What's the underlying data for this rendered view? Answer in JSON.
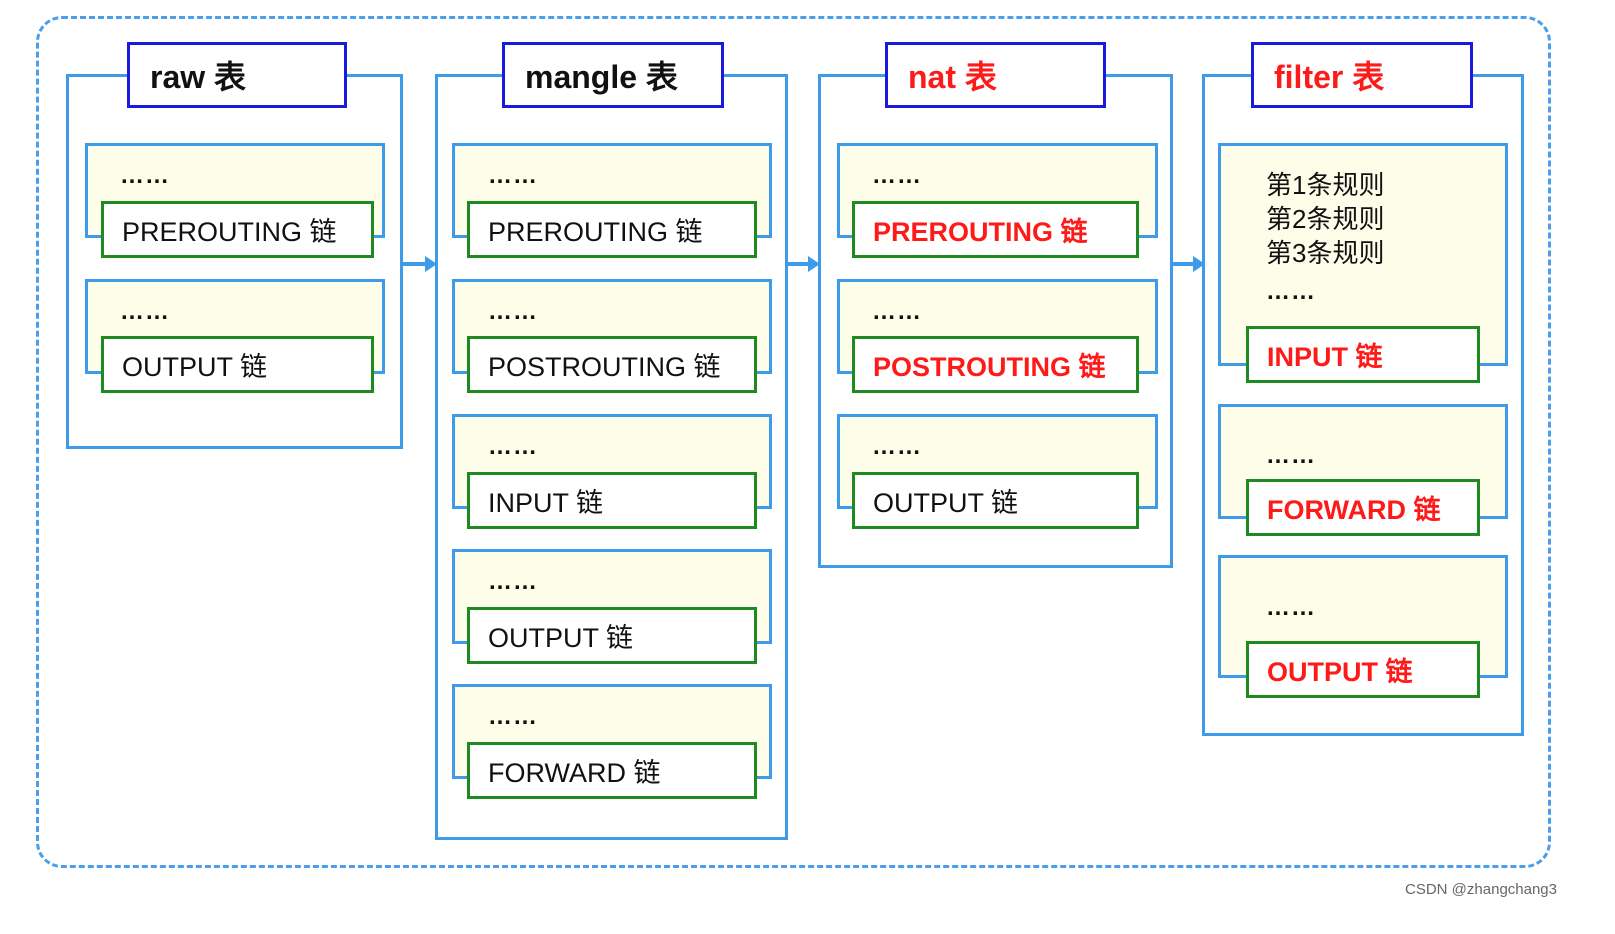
{
  "tables": {
    "raw": {
      "title": "raw 表",
      "chains": [
        {
          "dots": "……",
          "label": "PREROUTING 链"
        },
        {
          "dots": "……",
          "label": "OUTPUT 链"
        }
      ]
    },
    "mangle": {
      "title": "mangle 表",
      "chains": [
        {
          "dots": "……",
          "label": "PREROUTING 链"
        },
        {
          "dots": "……",
          "label": "POSTROUTING 链"
        },
        {
          "dots": "……",
          "label": "INPUT 链"
        },
        {
          "dots": "……",
          "label": "OUTPUT 链"
        },
        {
          "dots": "……",
          "label": "FORWARD 链"
        }
      ]
    },
    "nat": {
      "title": "nat 表",
      "chains": [
        {
          "dots": "……",
          "label": "PREROUTING 链"
        },
        {
          "dots": "……",
          "label": "POSTROUTING 链"
        },
        {
          "dots": "……",
          "label": "OUTPUT 链"
        }
      ]
    },
    "filter": {
      "title": "filter 表",
      "rules": [
        "第1条规则",
        "第2条规则",
        "第3条规则"
      ],
      "chains": [
        {
          "dots": "……",
          "label": "INPUT 链"
        },
        {
          "dots": "……",
          "label": "FORWARD 链"
        },
        {
          "dots": "……",
          "label": "OUTPUT 链"
        }
      ]
    }
  },
  "watermark": "CSDN @zhangchang3",
  "colors": {
    "table_border": "#3d9bea",
    "title_border": "#1a1adf",
    "chain_border": "#1f8a1f",
    "highlight_text": "#ff1a1a",
    "rule_background": "#fdfdea"
  }
}
